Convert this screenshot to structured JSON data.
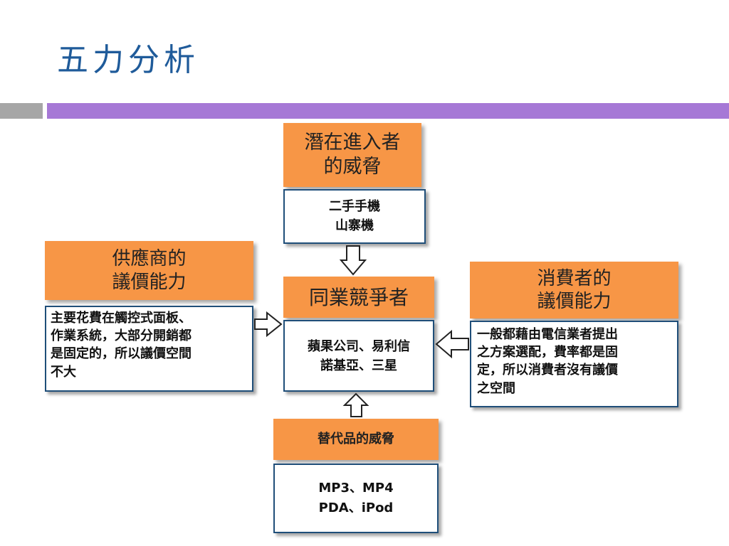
{
  "slide": {
    "title": "五力分析"
  },
  "nodes": {
    "entrants": {
      "heading": "潛在進入者\n的威脅",
      "detail": "二手手機\n山寨機"
    },
    "suppliers": {
      "heading": "供應商的\n議價能力",
      "detail": "主要花費在觸控式面板、\n作業系統，大部分開銷都\n是固定的，所以議價空間\n不大"
    },
    "rivalry": {
      "heading": "同業競爭者",
      "detail": "蘋果公司、易利信\n諾基亞、三星"
    },
    "buyers": {
      "heading": "消費者的\n議價能力",
      "detail": "一般都藉由電信業者提出\n之方案選配，費率都是固\n定，所以消費者沒有議價\n之空間"
    },
    "substitutes": {
      "heading": "替代品的威脅",
      "detail": "MP3、MP4\nPDA、iPod"
    }
  },
  "colors": {
    "title": "#1f5b9a",
    "heading_fill": "#f79646",
    "accent_bar": "#a678d6",
    "gray_bar": "#a6a6a6",
    "box_border": "#1f4e79"
  }
}
